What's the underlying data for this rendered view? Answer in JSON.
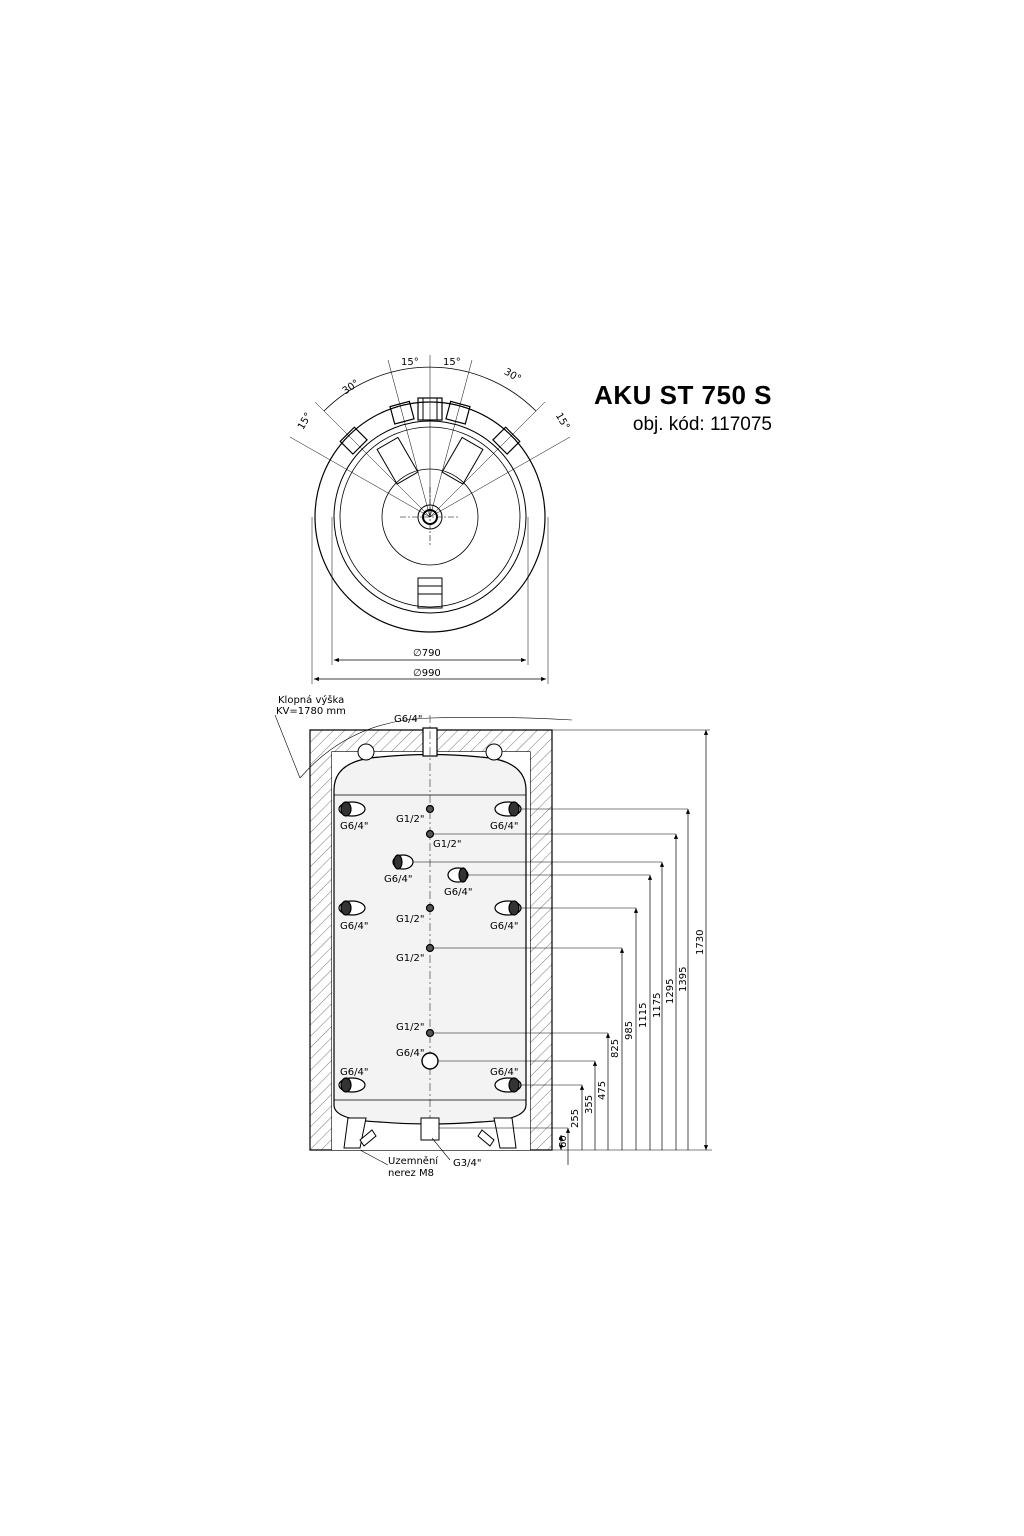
{
  "title": {
    "model": "AKU ST 750 S",
    "code": "obj. kód: 117075"
  },
  "top_view": {
    "angles": [
      "15°",
      "30°",
      "15°",
      "15°",
      "30°",
      "15°"
    ],
    "diameters": [
      "∅790",
      "∅990"
    ]
  },
  "side_view": {
    "tilt_height": [
      "Klopná výška",
      "KV=1780 mm"
    ],
    "top_port": "G6/4\"",
    "port_labels": {
      "r1_left": "G6/4\"",
      "r1_mid": "G1/2\"",
      "r1_right": "G6/4\"",
      "r2_mid": "G1/2\"",
      "r3_left": "G6/4\"",
      "r3_right": "G6/4\"",
      "r4_left": "G6/4\"",
      "r4_mid": "G1/2\"",
      "r4_right": "G6/4\"",
      "r5_mid": "G1/2\"",
      "r6_mid": "G1/2\"",
      "r7_mid": "G6/4\"",
      "r8_left": "G6/4\"",
      "r8_right": "G6/4\"",
      "bottom_drain": "G3/4\""
    },
    "grounding": [
      "Uzemnění",
      "nerez M8"
    ],
    "heights": [
      "60",
      "255",
      "355",
      "475",
      "825",
      "985",
      "1115",
      "1175",
      "1295",
      "1395",
      "1730"
    ]
  }
}
